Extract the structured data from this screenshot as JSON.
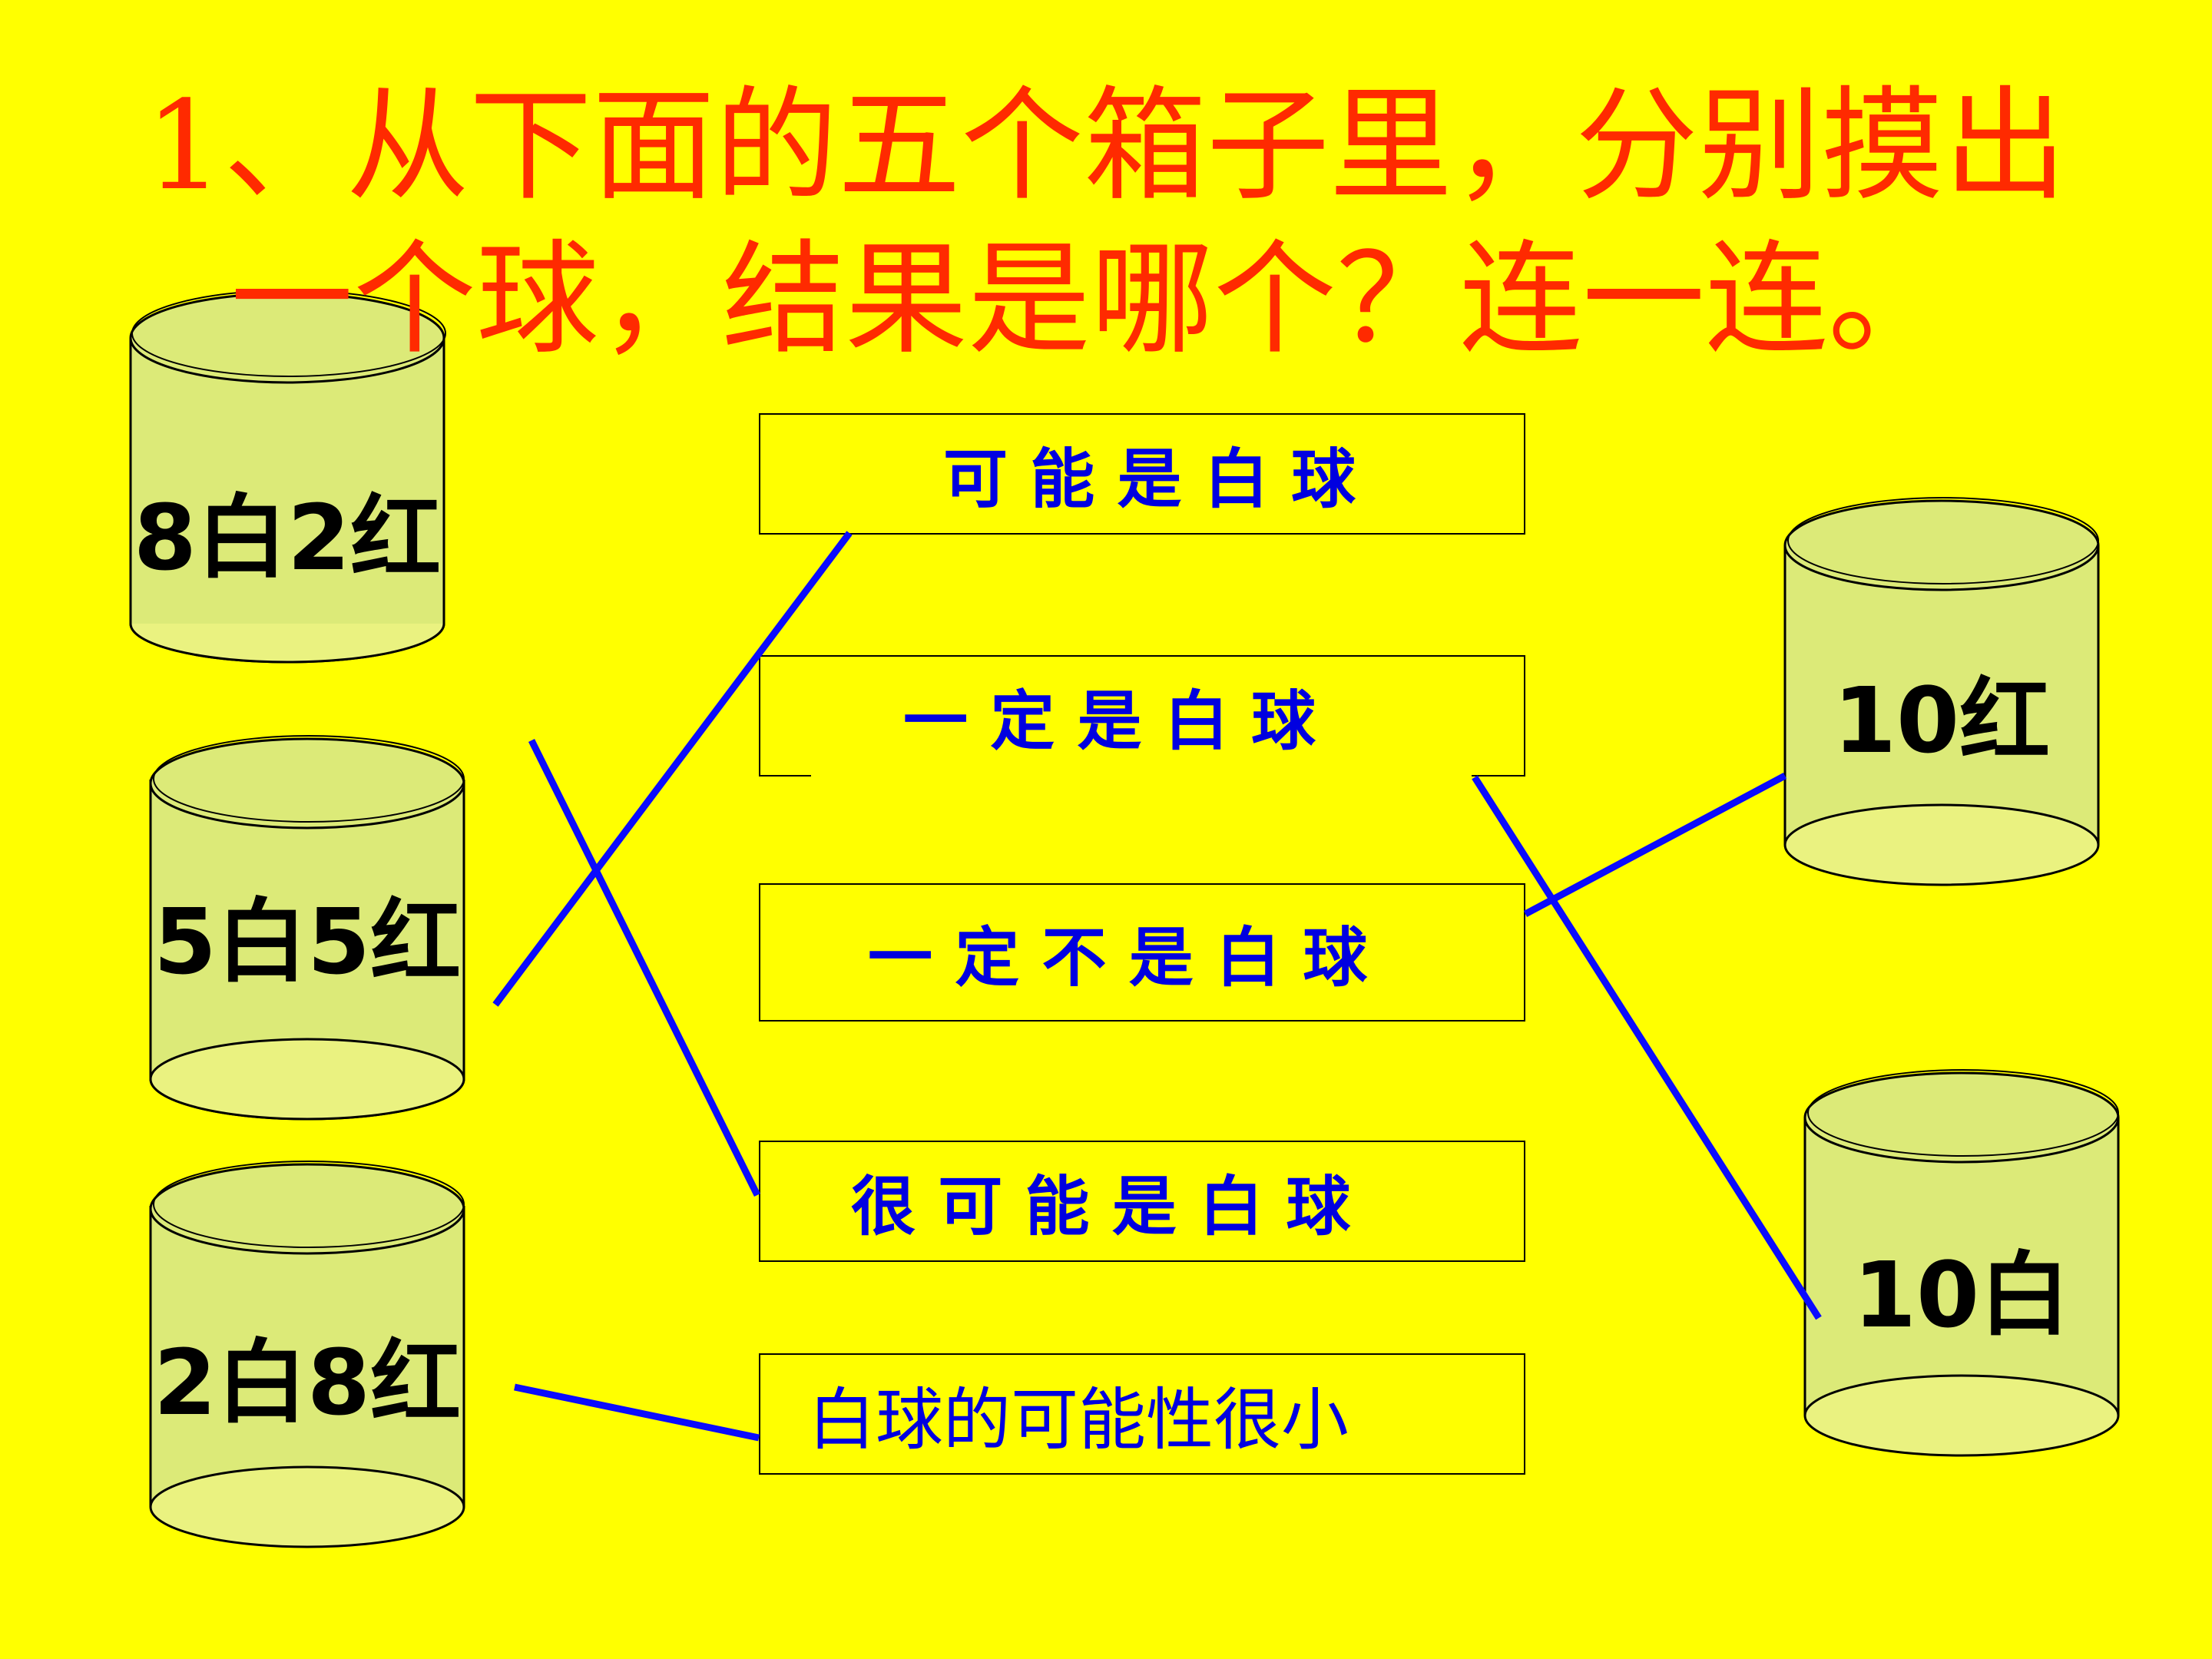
{
  "title": {
    "line1": "1、从下面的五个箱子里，分别摸出",
    "line2": "一个球，结果是哪个？连一连。"
  },
  "boxes": [
    {
      "label": "8白2红"
    },
    {
      "label": "5白5红"
    },
    {
      "label": "2白8红"
    },
    {
      "label": "10红"
    },
    {
      "label": "10白"
    }
  ],
  "answers": [
    {
      "label": "可 能 是 白  球"
    },
    {
      "label": "一  定  是  白  球"
    },
    {
      "label": "一 定 不 是 白 球"
    },
    {
      "label": "很  可 能 是 白 球"
    },
    {
      "label": "白球的可能性很小"
    }
  ],
  "colors": {
    "background": "#ffff00",
    "title": "#ff2a00",
    "answer_text": "#0000e0",
    "connector": "#0a0aff",
    "can_fill": "#dcea78",
    "can_bottom": "#eaf280"
  }
}
